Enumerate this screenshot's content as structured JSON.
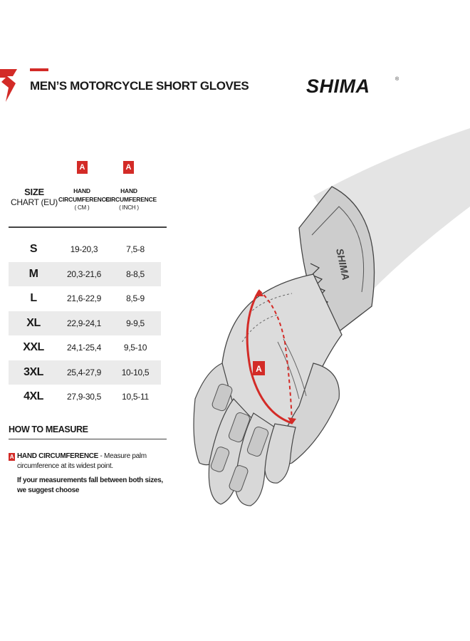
{
  "header": {
    "title": "MEN’S MOTORCYCLE SHORT GLOVES",
    "brand": "SHIMA",
    "brand_mark": "®"
  },
  "size_chart": {
    "size_label": "SIZE",
    "chart_label": "CHART (EU)",
    "columns": [
      {
        "badge": "A",
        "line1": "HAND",
        "line2": "CIRCUMFERENCE",
        "unit": "( CM )"
      },
      {
        "badge": "A",
        "line1": "HAND",
        "line2": "CIRCUMFERENCE",
        "unit": "( INCH )"
      }
    ],
    "rows": [
      {
        "size": "S",
        "cm": "19-20,3",
        "inch": "7,5-8"
      },
      {
        "size": "M",
        "cm": "20,3-21,6",
        "inch": "8-8,5"
      },
      {
        "size": "L",
        "cm": "21,6-22,9",
        "inch": "8,5-9"
      },
      {
        "size": "XL",
        "cm": "22,9-24,1",
        "inch": "9-9,5"
      },
      {
        "size": "XXL",
        "cm": "24,1-25,4",
        "inch": "9,5-10"
      },
      {
        "size": "3XL",
        "cm": "25,4-27,9",
        "inch": "10-10,5"
      },
      {
        "size": "4XL",
        "cm": "27,9-30,5",
        "inch": "10,5-11"
      }
    ]
  },
  "how_to_measure": {
    "title": "HOW TO MEASURE",
    "badge": "A",
    "label": "HAND CIRCUMFERENCE",
    "text": " - Measure palm circumference at its widest point.",
    "note": "If your measurements fall between both sizes, we suggest choose"
  },
  "illustration": {
    "badge": "A",
    "cuff_brand": "SHIMA",
    "accent_color": "#d32b27"
  }
}
